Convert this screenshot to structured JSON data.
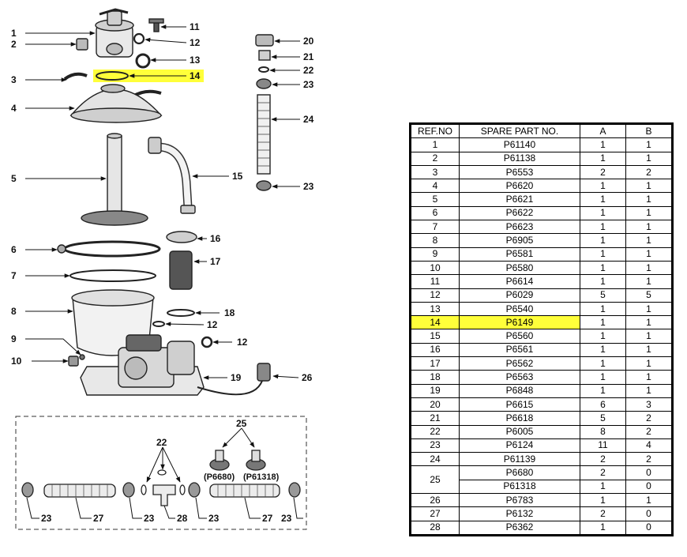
{
  "callouts": {
    "c1": "1",
    "c2": "2",
    "c3": "3",
    "c4": "4",
    "c5": "5",
    "c6": "6",
    "c7": "7",
    "c8": "8",
    "c9": "9",
    "c10": "10",
    "c11": "11",
    "c12a": "12",
    "c12b": "12",
    "c12c": "12",
    "c13": "13",
    "c14": "14",
    "c15": "15",
    "c16": "16",
    "c17": "17",
    "c18": "18",
    "c19": "19",
    "c20": "20",
    "c21": "21",
    "c22a": "22",
    "c22b": "22",
    "c23a": "23",
    "c23b": "23",
    "c24": "24",
    "c25": "25",
    "c26": "26",
    "c23c": "23",
    "c27a": "27",
    "c23d": "23",
    "c28": "28",
    "c23e": "23",
    "c27b": "27",
    "c23f": "23",
    "p6680": "(P6680)",
    "p61318": "(P61318)"
  },
  "table": {
    "headers": [
      "REF.NO",
      "SPARE PART NO.",
      "A",
      "B"
    ],
    "highlight_ref": "14",
    "rows": [
      [
        "1",
        "P61140",
        "1",
        "1"
      ],
      [
        "2",
        "P61138",
        "1",
        "1"
      ],
      [
        "3",
        "P6553",
        "2",
        "2"
      ],
      [
        "4",
        "P6620",
        "1",
        "1"
      ],
      [
        "5",
        "P6621",
        "1",
        "1"
      ],
      [
        "6",
        "P6622",
        "1",
        "1"
      ],
      [
        "7",
        "P6623",
        "1",
        "1"
      ],
      [
        "8",
        "P6905",
        "1",
        "1"
      ],
      [
        "9",
        "P6581",
        "1",
        "1"
      ],
      [
        "10",
        "P6580",
        "1",
        "1"
      ],
      [
        "11",
        "P6614",
        "1",
        "1"
      ],
      [
        "12",
        "P6029",
        "5",
        "5"
      ],
      [
        "13",
        "P6540",
        "1",
        "1"
      ],
      [
        "14",
        "P6149",
        "1",
        "1"
      ],
      [
        "15",
        "P6560",
        "1",
        "1"
      ],
      [
        "16",
        "P6561",
        "1",
        "1"
      ],
      [
        "17",
        "P6562",
        "1",
        "1"
      ],
      [
        "18",
        "P6563",
        "1",
        "1"
      ],
      [
        "19",
        "P6848",
        "1",
        "1"
      ],
      [
        "20",
        "P6615",
        "6",
        "3"
      ],
      [
        "21",
        "P6618",
        "5",
        "2"
      ],
      [
        "22",
        "P6005",
        "8",
        "2"
      ],
      [
        "23",
        "P6124",
        "11",
        "4"
      ],
      [
        "24",
        "P61139",
        "2",
        "2"
      ],
      [
        "25",
        "P6680",
        "2",
        "0"
      ],
      [
        "",
        "P61318",
        "1",
        "0"
      ],
      [
        "26",
        "P6783",
        "1",
        "1"
      ],
      [
        "27",
        "P6132",
        "2",
        "0"
      ],
      [
        "28",
        "P6362",
        "1",
        "0"
      ]
    ]
  }
}
